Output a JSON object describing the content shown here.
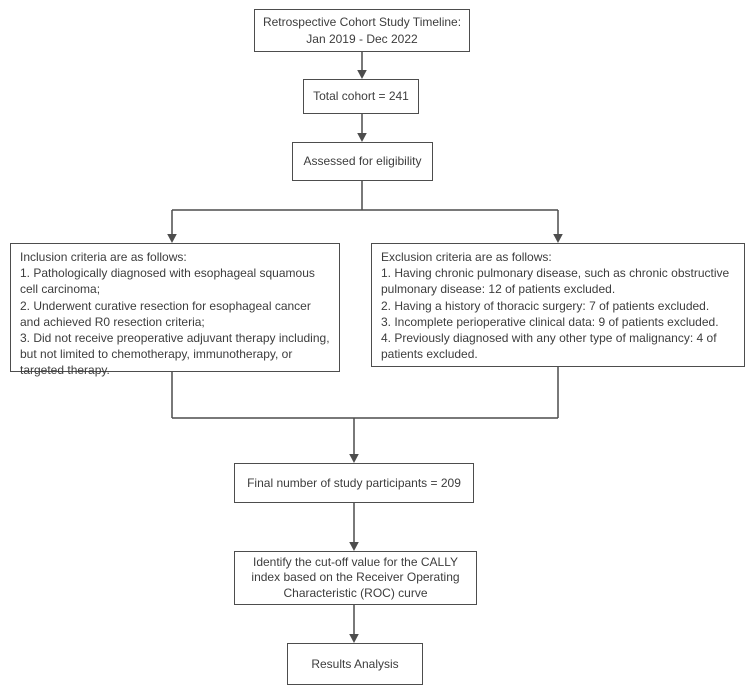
{
  "flowchart": {
    "timeline": {
      "line1": "Retrospective Cohort Study Timeline:",
      "line2": "Jan 2019 - Dec 2022"
    },
    "total_cohort": {
      "label": "Total cohort = 241"
    },
    "eligibility": {
      "label": "Assessed for eligibility"
    },
    "inclusion": {
      "heading": "Inclusion criteria are as follows:",
      "items": [
        "1. Pathologically diagnosed with esophageal squamous cell carcinoma;",
        "2. Underwent curative resection for esophageal cancer and achieved R0 resection criteria;",
        "3. Did not receive preoperative adjuvant therapy including, but not limited to chemotherapy, immunotherapy, or targeted therapy."
      ]
    },
    "exclusion": {
      "heading": "Exclusion criteria are as follows:",
      "items": [
        "1. Having chronic pulmonary disease, such as chronic obstructive pulmonary disease: 12 of patients excluded.",
        "2. Having a history of thoracic surgery: 7 of patients excluded.",
        "3. Incomplete perioperative clinical data: 9 of patients excluded.",
        "4. Previously diagnosed with any other type of malignancy: 4 of patients excluded."
      ]
    },
    "final_participants": {
      "label": "Final number of study participants = 209"
    },
    "cutoff": {
      "label": "Identify the cut-off value for the CALLY index based on the Receiver Operating Characteristic (ROC) curve"
    },
    "results": {
      "label": "Results Analysis"
    },
    "colors": {
      "line": "#4d4d4d",
      "text": "#3d3d3d",
      "box_background": "#ffffff"
    }
  }
}
